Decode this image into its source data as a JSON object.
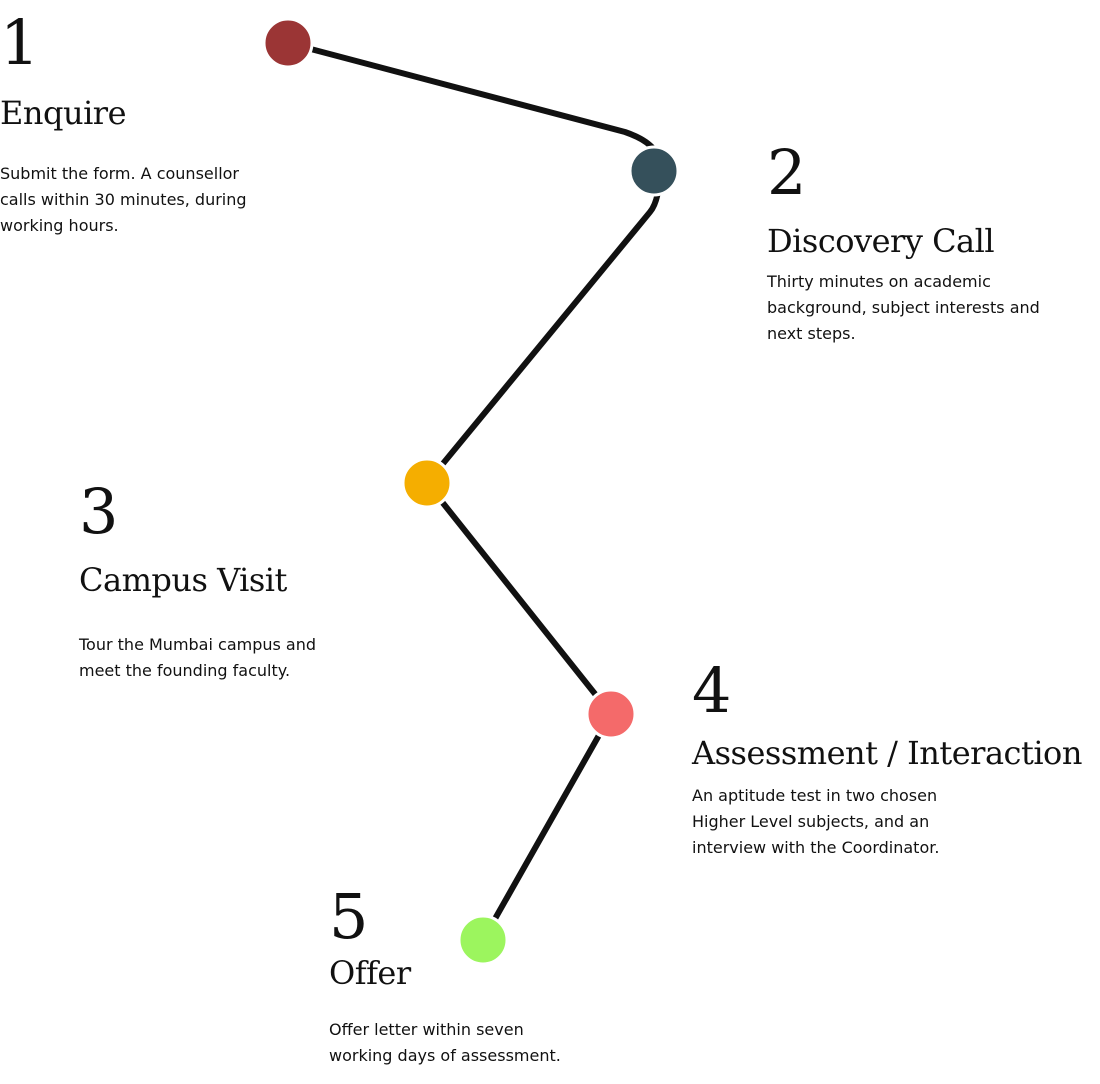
{
  "steps": [
    {
      "number": "1",
      "title": "Enquire",
      "description": "Submit the form. A counsellor calls within 30 minutes, during working hours.",
      "color": "#9b3535"
    },
    {
      "number": "2",
      "title": "Discovery Call",
      "description": "Thirty minutes on academic background, subject interests and next steps.",
      "color": "#35505b"
    },
    {
      "number": "3",
      "title": "Campus Visit",
      "description": "Tour the Mumbai campus and meet the founding faculty.",
      "color": "#f5ae00"
    },
    {
      "number": "4",
      "title": "Assessment / Interaction",
      "description": "An aptitude test in two chosen Higher Level subjects, and an interview with the Coordinator.",
      "color": "#f46a6a"
    },
    {
      "number": "5",
      "title": "Offer",
      "description": "Offer letter within seven working days of assessment.",
      "color": "#9cf55e"
    }
  ],
  "line_color": "#111111"
}
